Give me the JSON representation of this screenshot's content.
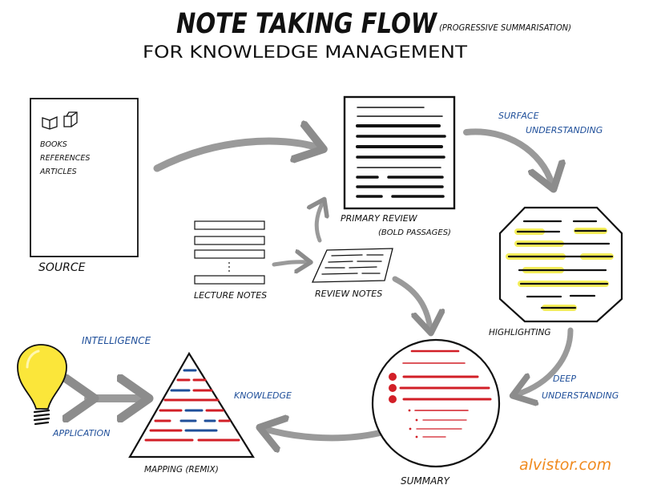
{
  "title": {
    "main": "Note taking Flow",
    "paren": "(Progressive summarisation)",
    "subtitle": "for Knowledge Management"
  },
  "nodes": {
    "source": {
      "items": [
        "Books",
        "References",
        "Articles"
      ],
      "label": "Source"
    },
    "primary_review": {
      "label_line1": "Primary review",
      "label_line2": "(Bold passages)"
    },
    "lecture_notes": {
      "label": "Lecture notes"
    },
    "review_notes": {
      "label": "Review notes"
    },
    "highlighting": {
      "label": "Highlighting"
    },
    "summary": {
      "label": "Summary"
    },
    "mapping": {
      "label": "Mapping (remix)"
    },
    "idea": {
      "label": "Application"
    }
  },
  "annotations": {
    "surface_line1": "Surface",
    "surface_line2": "understanding",
    "deep_line1": "Deep",
    "deep_line2": "understanding",
    "knowledge": "Knowledge",
    "intelligence": "Intelligence"
  },
  "brand": {
    "text": "alvistor.com"
  },
  "colors": {
    "ink": "#111111",
    "arrow": "#9a9a9a",
    "highlight": "#f4ee5a",
    "red": "#d21f27",
    "blue": "#1f4f9a",
    "bulb_fill": "#fbe63a",
    "brand": "#f08a1e"
  }
}
